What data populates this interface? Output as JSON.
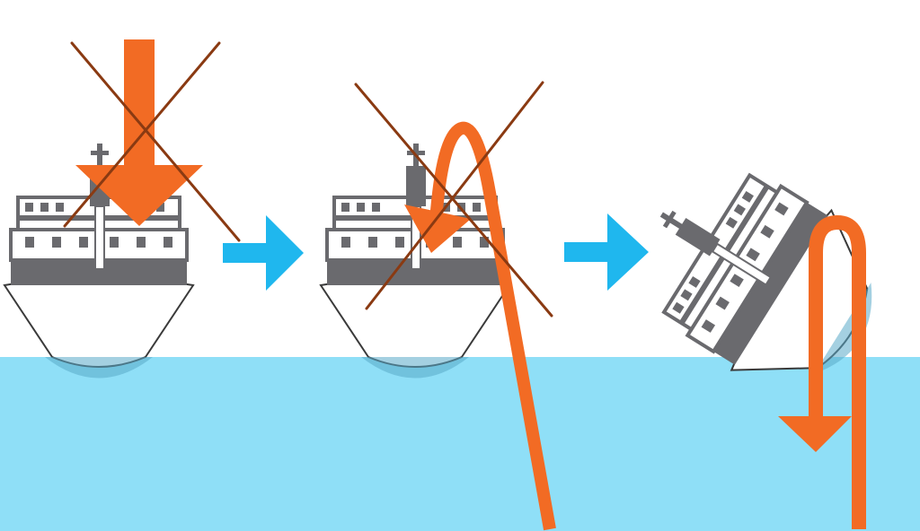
{
  "diagram": {
    "colors": {
      "sky": "#ffffff",
      "water": "#8fdff7",
      "hull": "#ffffff",
      "superstructure": "#6a6a6e",
      "outline": "#3a3a3a",
      "force_arrow": "#f26b24",
      "cross": "#8a3a12",
      "step_arrow": "#1fb7ee"
    },
    "panels": [
      {
        "id": "panel-1",
        "ship_state": "upright",
        "force_path": "straight-down",
        "crossed_out": true
      },
      {
        "id": "panel-2",
        "ship_state": "upright",
        "force_path": "loop-down-then-off-right",
        "crossed_out": true
      },
      {
        "id": "panel-3",
        "ship_state": "capsized-on-side",
        "force_path": "loop-down-deep",
        "crossed_out": false
      }
    ],
    "step_arrows": [
      {
        "from": "panel-1",
        "to": "panel-2",
        "direction": "right"
      },
      {
        "from": "panel-2",
        "to": "panel-3",
        "direction": "right"
      }
    ]
  }
}
